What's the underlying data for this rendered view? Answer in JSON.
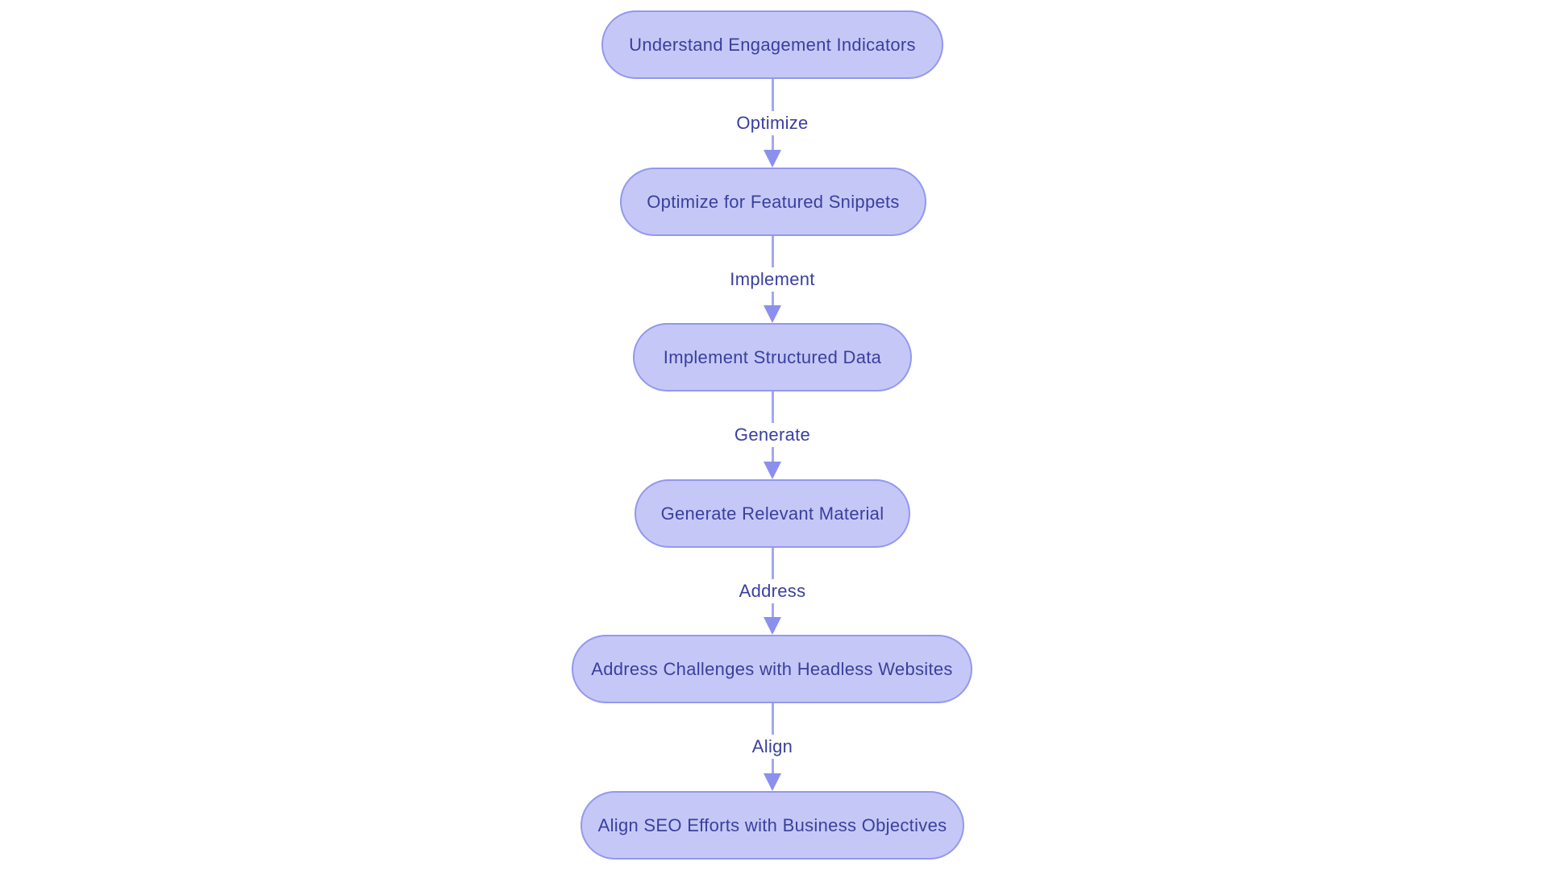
{
  "diagram": {
    "type": "flowchart",
    "direction": "top-down",
    "colors": {
      "background": "#ffffff",
      "node_fill": "#c5c8f6",
      "node_border": "#9398ef",
      "node_text": "#3a3f9f",
      "edge_line": "#a3a8f1",
      "arrowhead": "#8b90ee",
      "edge_label_text": "#3a3f9f",
      "edge_label_background": "#ffffff"
    },
    "nodes": [
      {
        "id": "n1",
        "label": "Understand Engagement Indicators"
      },
      {
        "id": "n2",
        "label": "Optimize for Featured Snippets"
      },
      {
        "id": "n3",
        "label": "Implement Structured Data"
      },
      {
        "id": "n4",
        "label": "Generate Relevant Material"
      },
      {
        "id": "n5",
        "label": "Address Challenges with Headless Websites"
      },
      {
        "id": "n6",
        "label": "Align SEO Efforts with Business Objectives"
      }
    ],
    "edges": [
      {
        "from": "n1",
        "to": "n2",
        "label": "Optimize"
      },
      {
        "from": "n2",
        "to": "n3",
        "label": "Implement"
      },
      {
        "from": "n3",
        "to": "n4",
        "label": "Generate"
      },
      {
        "from": "n4",
        "to": "n5",
        "label": "Address"
      },
      {
        "from": "n5",
        "to": "n6",
        "label": "Align"
      }
    ]
  }
}
